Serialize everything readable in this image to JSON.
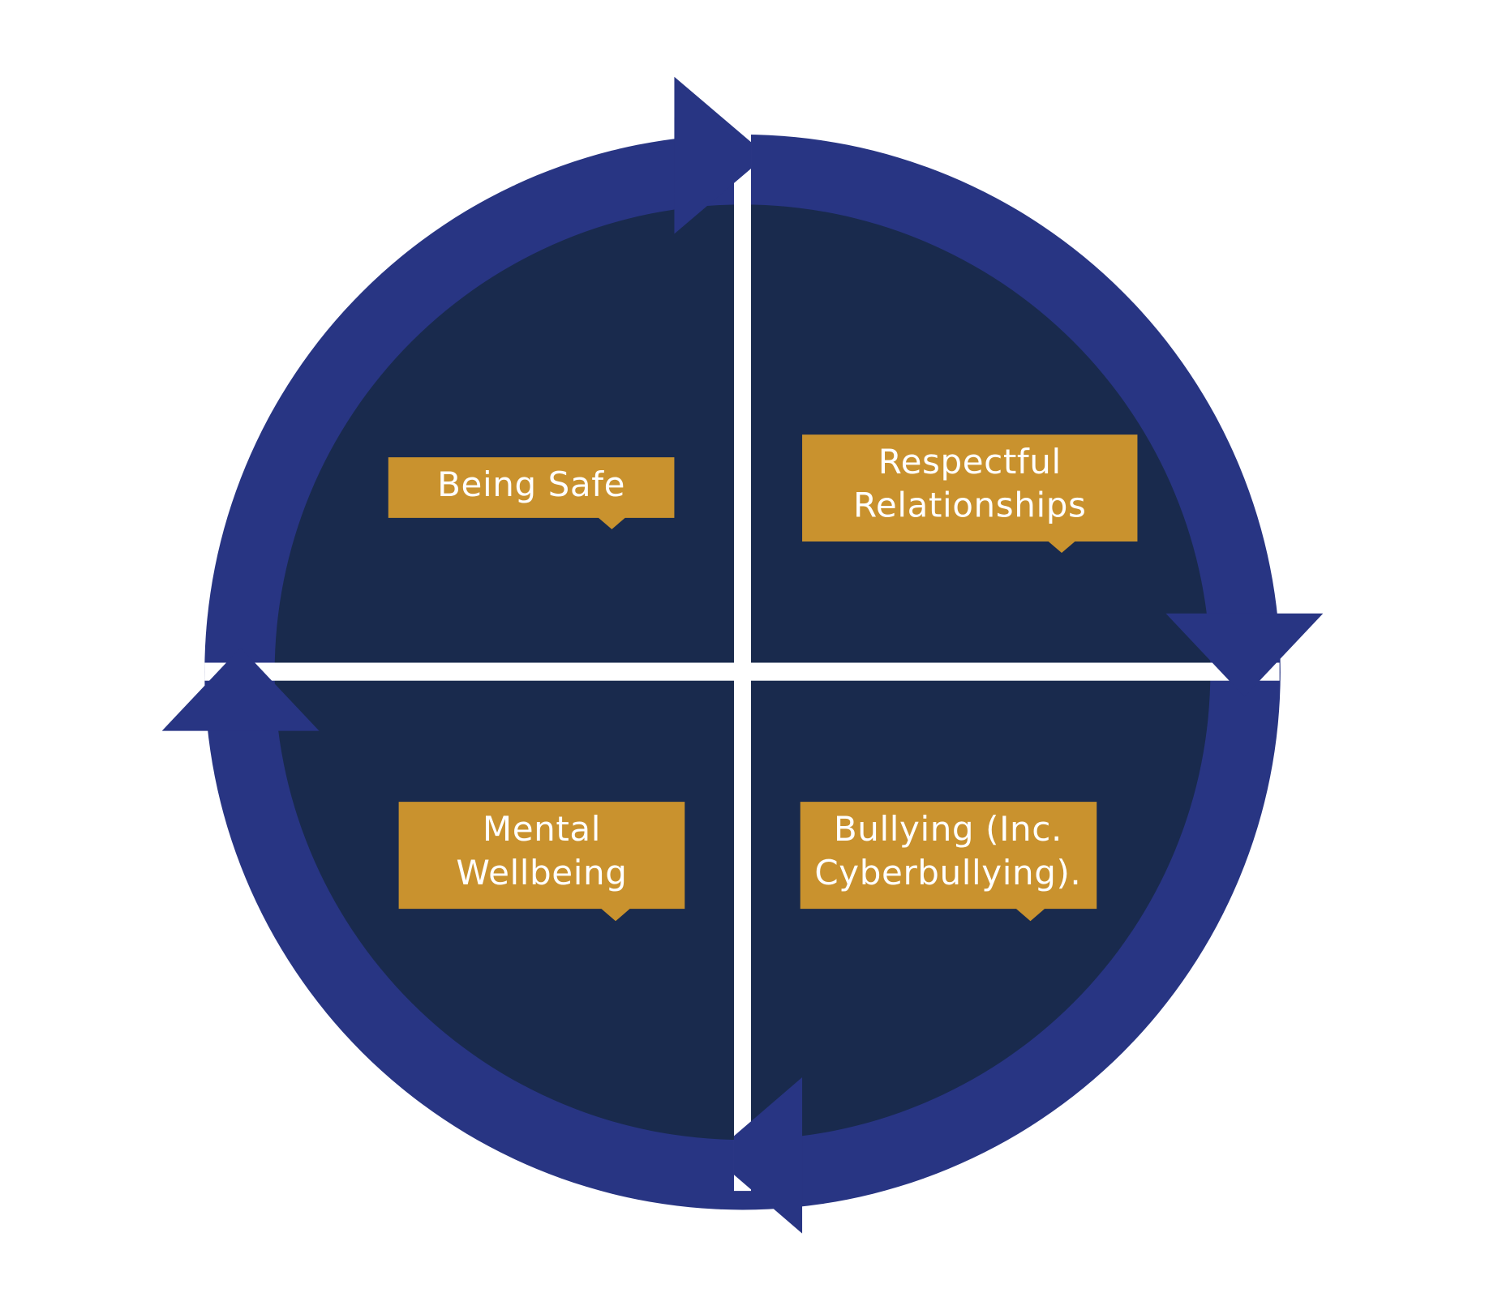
{
  "colors": {
    "ring": "#283583",
    "inner": "#192A4D",
    "label_box": "#C9922E",
    "divider": "#ffffff",
    "text": "#ffffff"
  },
  "diagram": {
    "type": "cycle",
    "direction": "clockwise",
    "quadrants": [
      {
        "position": "top-left",
        "lines": [
          "Being Safe"
        ]
      },
      {
        "position": "top-right",
        "lines": [
          "Respectful",
          "Relationships"
        ]
      },
      {
        "position": "bottom-right",
        "lines": [
          "Bullying (Inc.",
          "Cyberbullying)."
        ]
      },
      {
        "position": "bottom-left",
        "lines": [
          "Mental",
          "Wellbeing"
        ]
      }
    ]
  }
}
